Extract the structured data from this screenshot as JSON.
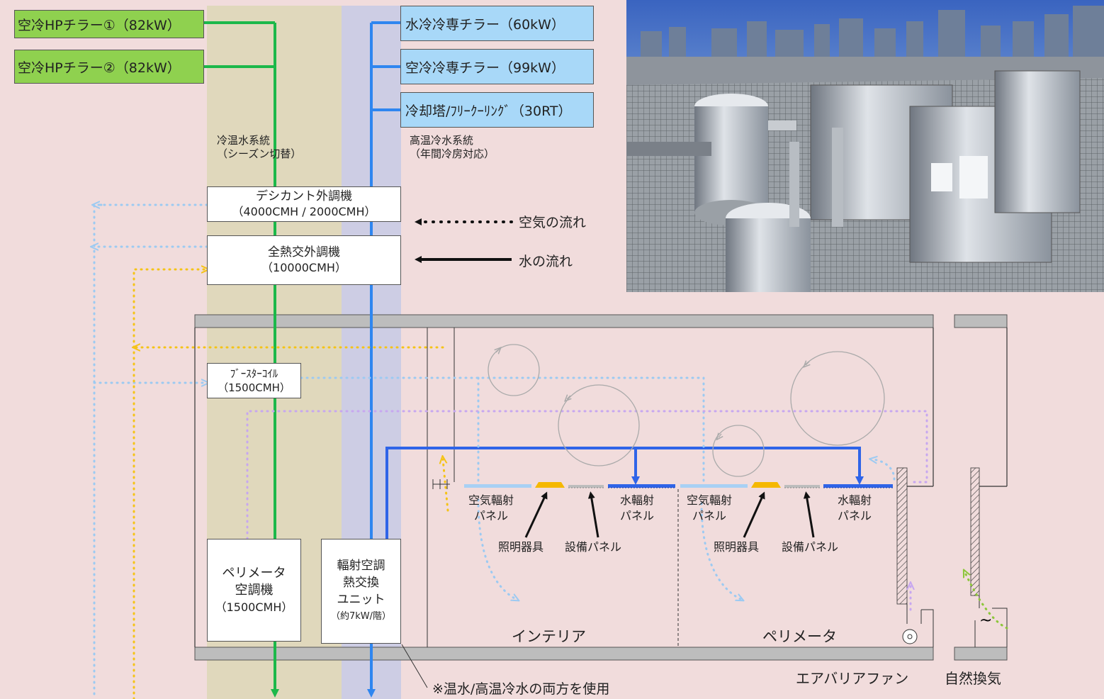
{
  "sources": {
    "hp1": "空冷HPチラー①（82kW）",
    "hp2": "空冷HPチラー②（82kW）",
    "water_chiller": "水冷冷専チラー（60kW）",
    "air_chiller": "空冷冷専チラー（99kW）",
    "cooling_tower": "冷却塔/ﾌﾘｰｸｰﾘﾝｸﾞ（30RT）"
  },
  "systems": {
    "cold_hot_1": "冷温水系統",
    "cold_hot_2": "（シーズン切替）",
    "high_temp_1": "高温冷水系統",
    "high_temp_2": "（年間冷房対応）"
  },
  "units": {
    "desiccant_name": "デシカント外調機",
    "desiccant_flow": "（4000CMH / 2000CMH）",
    "total_heat_name": "全熱交外調機",
    "total_heat_flow": "（10000CMH）",
    "booster_name": "ﾌﾞｰｽﾀｰｺｲﾙ",
    "booster_flow": "（1500CMH）",
    "perimeter_1": "ペリメータ",
    "perimeter_2": "空調機",
    "perimeter_3": "（1500CMH）",
    "radiant_1": "輻射空調",
    "radiant_2": "熱交換",
    "radiant_3": "ユニット",
    "radiant_4": "（約7kW/階）"
  },
  "legend": {
    "air_flow": "空気の流れ",
    "water_flow": "水の流れ"
  },
  "panels": {
    "air_radiant_1a": "空気輻射",
    "air_radiant_1b": "パネル",
    "water_radiant_1a": "水輻射",
    "water_radiant_1b": "パネル",
    "lighting_1": "照明器具",
    "equipment_1": "設備パネル",
    "air_radiant_2a": "空気輻射",
    "air_radiant_2b": "パネル",
    "water_radiant_2a": "水輻射",
    "water_radiant_2b": "パネル",
    "lighting_2": "照明器具",
    "equipment_2": "設備パネル"
  },
  "zones": {
    "interior": "インテリア",
    "perimeter": "ペリメータ"
  },
  "notes": {
    "air_barrier_fan": "エアバリアファン",
    "natural_ventilation": "自然換気",
    "footnote": "※温水/高温冷水の両方を使用"
  },
  "colors": {
    "background": "#f1dcdc",
    "cold_hot_band": "#e0d8bc",
    "high_temp_band": "#cdcde4",
    "green_pipe": "#1cb84a",
    "blue_pipe": "#2f86f0",
    "radiant_pipe": "#2f64e8",
    "air_flow_blue": "#9ccaf2",
    "air_flow_yellow": "#f5c316",
    "air_flow_purple": "#c7a7f0",
    "air_flow_green": "#8cc63a",
    "source_green": "#8fd14f",
    "source_blue": "#a8d8f8"
  },
  "icons": {
    "photo": "rooftop-equipment-photo",
    "fan": "fan-icon",
    "louver": "louver-icon"
  }
}
